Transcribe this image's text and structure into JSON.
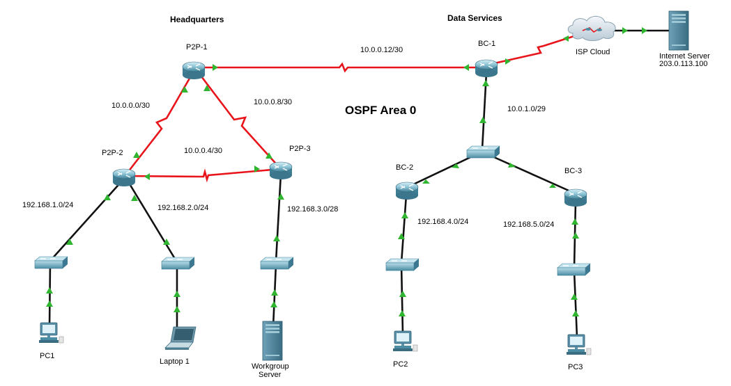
{
  "title": "OSPF Area 0",
  "sections": {
    "hq": "Headquarters",
    "ds": "Data Services"
  },
  "devices": {
    "p2p1": "P2P-1",
    "p2p2": "P2P-2",
    "p2p3": "P2P-3",
    "bc1": "BC-1",
    "bc2": "BC-2",
    "bc3": "BC-3",
    "isp": "ISP Cloud",
    "inet_line1": "Internet Server",
    "inet_line2": "203.0.113.100",
    "pc1": "PC1",
    "laptop": "Laptop 1",
    "wg_line1": "Workgroup",
    "wg_line2": "Server",
    "pc2": "PC2",
    "pc3": "PC3"
  },
  "networks": {
    "n1": "10.0.0.0/30",
    "n2": "10.0.0.8/30",
    "n3": "10.0.0.4/30",
    "n4": "10.0.0.12/30",
    "n5": "10.0.1.0/29",
    "n6": "192.168.1.0/24",
    "n7": "192.168.2.0/24",
    "n8": "192.168.3.0/28",
    "n9": "192.168.4.0/24",
    "n10": "192.168.5.0/24"
  },
  "colors": {
    "serial_link": "#e8141a",
    "ethernet_link": "#111111",
    "link_up": "#2fb52f",
    "device": "#4b8fa8"
  }
}
